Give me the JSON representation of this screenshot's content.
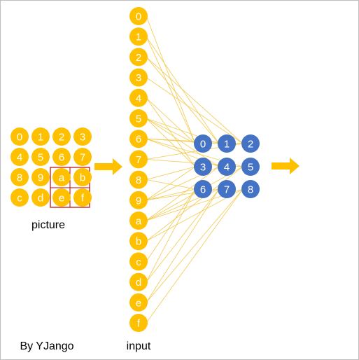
{
  "colors": {
    "pixel": "#FFC000",
    "neuron": "#4472C4",
    "connection": "#F2C94C",
    "arrow": "#FFC000",
    "window": "#C00000",
    "label": "#ffffff"
  },
  "picture": {
    "caption": "picture",
    "pixels": [
      "0",
      "1",
      "2",
      "3",
      "4",
      "5",
      "6",
      "7",
      "8",
      "9",
      "a",
      "b",
      "c",
      "d",
      "e",
      "f"
    ],
    "window_cells": [
      "a",
      "b",
      "e",
      "f"
    ]
  },
  "input": {
    "caption": "input",
    "nodes": [
      "0",
      "1",
      "2",
      "3",
      "4",
      "5",
      "6",
      "7",
      "8",
      "9",
      "a",
      "b",
      "c",
      "d",
      "e",
      "f"
    ]
  },
  "hidden": {
    "nodes": [
      "0",
      "1",
      "2",
      "3",
      "4",
      "5",
      "6",
      "7",
      "8"
    ]
  },
  "credit": "By YJango",
  "arrow_icons": [
    "right-arrow-icon",
    "right-arrow-icon"
  ]
}
